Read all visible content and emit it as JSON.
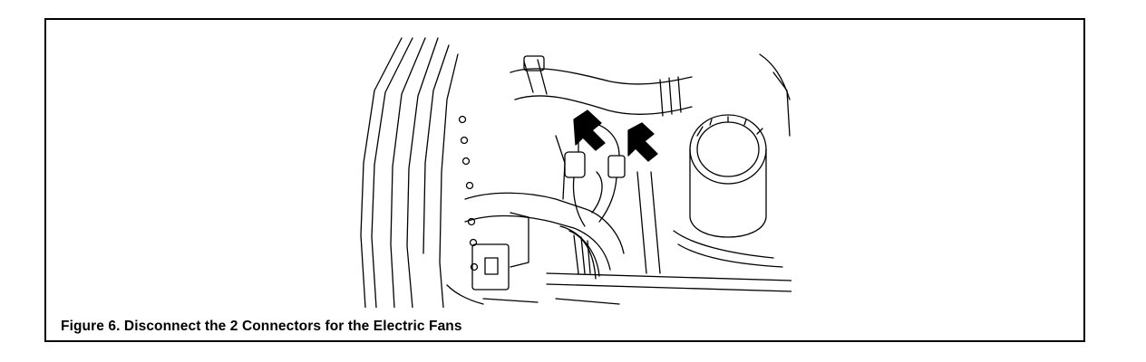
{
  "figure": {
    "caption": "Figure 6. Disconnect the 2 Connectors for the Electric Fans",
    "illustration_icon": "engine-bay-line-drawing",
    "arrow_count": 2,
    "arrow_color": "#000000",
    "line_color": "#000000"
  }
}
